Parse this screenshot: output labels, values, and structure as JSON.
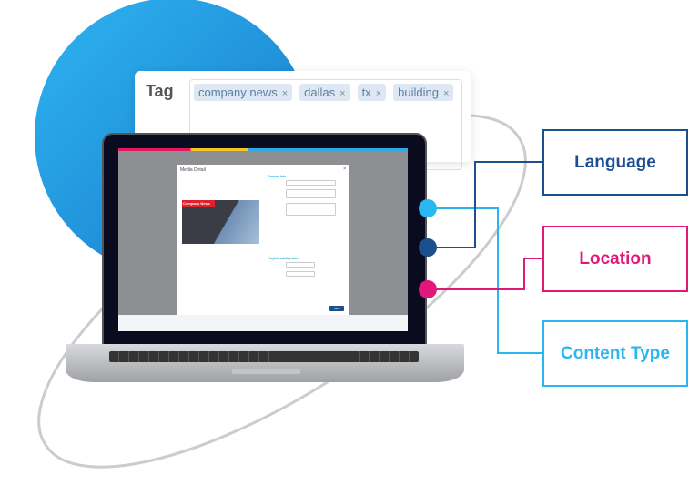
{
  "tag_field": {
    "label": "Tag",
    "tags": [
      "company news",
      "dallas",
      "tx",
      "building"
    ],
    "remove_symbol": "×"
  },
  "screen": {
    "modal_title": "Media Detail",
    "close": "×",
    "general_info": "General Info",
    "preview_header": "Company News",
    "playlist_dates": "Playlist validity dates",
    "save": "Save"
  },
  "labels": {
    "language": "Language",
    "location": "Location",
    "content_type": "Content Type"
  },
  "colors": {
    "language": "#1d4f8f",
    "location": "#e0187a",
    "content_type": "#2ab7ef",
    "circle": "#1f9be0"
  }
}
